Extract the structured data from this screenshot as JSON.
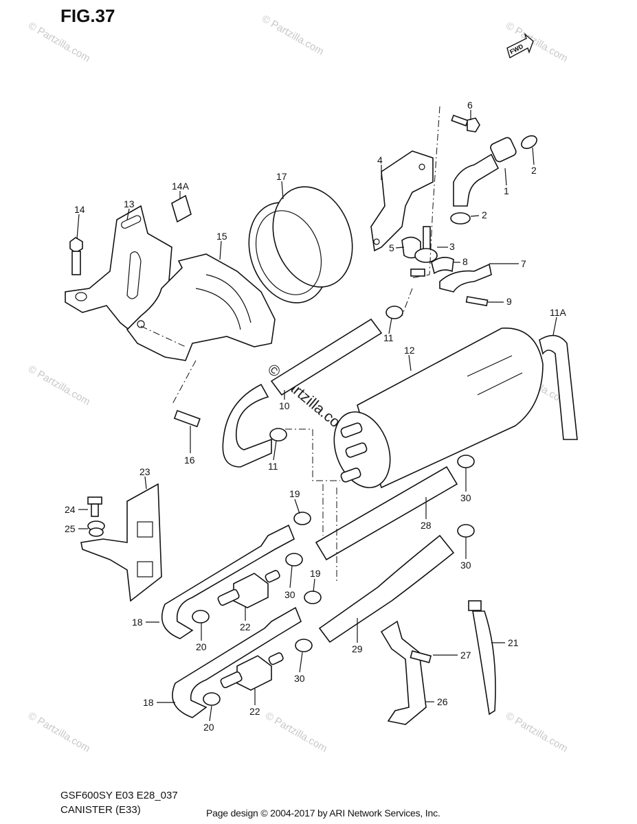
{
  "figure": {
    "title": "FIG.37"
  },
  "fwd_badge": "FWD",
  "footer": {
    "model": "GSF600SY E03 E28_037",
    "section": "CANISTER (E33)",
    "credit": "Page design © 2004-2017 by ARI Network Services, Inc."
  },
  "watermark": {
    "text": "© Partzilla.com",
    "center_text": "© Partzilla.com"
  },
  "callouts": {
    "c1": "1",
    "c2a": "2",
    "c2b": "2",
    "c3": "3",
    "c4": "4",
    "c5": "5",
    "c6": "6",
    "c7": "7",
    "c8": "8",
    "c9": "9",
    "c10": "10",
    "c11a": "11",
    "c11b": "11",
    "c11A": "11A",
    "c12": "12",
    "c13": "13",
    "c14": "14",
    "c14A": "14A",
    "c15": "15",
    "c16": "16",
    "c17": "17",
    "c18a": "18",
    "c18b": "18",
    "c19a": "19",
    "c19b": "19",
    "c20a": "20",
    "c20b": "20",
    "c21": "21",
    "c22a": "22",
    "c22b": "22",
    "c23": "23",
    "c24": "24",
    "c25": "25",
    "c26": "26",
    "c27": "27",
    "c28": "28",
    "c29": "29",
    "c30a": "30",
    "c30b": "30",
    "c30c": "30",
    "c30d": "30"
  }
}
